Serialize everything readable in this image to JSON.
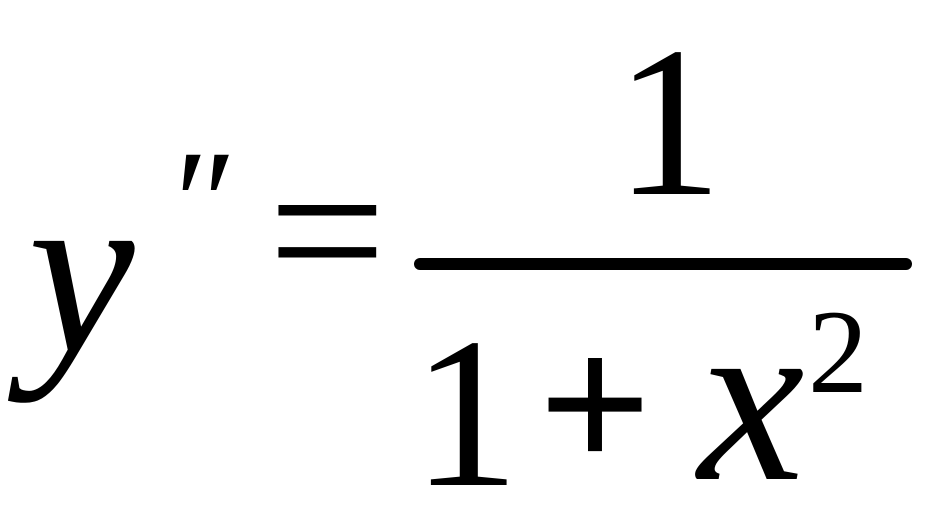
{
  "formula": {
    "lhs": {
      "variable": "y",
      "prime": "″"
    },
    "relation": "=",
    "rhs": {
      "numerator": "1",
      "denominator": {
        "constant": "1",
        "operator": "+",
        "variable": "x",
        "exponent": "2"
      }
    }
  }
}
